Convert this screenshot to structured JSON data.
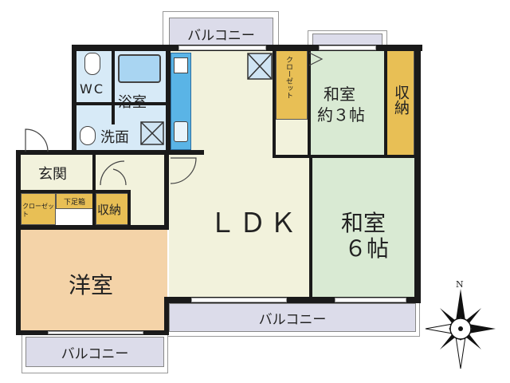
{
  "colors": {
    "ldk": "#f2f2dc",
    "washitsu": "#d9ead3",
    "yoshitsu": "#f4d3a8",
    "storage": "#e8bf55",
    "wet": "#d7eaf7",
    "entry": "#f2f2dc",
    "balcony": "#dcdcea",
    "wall": "#1a1a1a",
    "kitchen": "#5ab4e6"
  },
  "rooms": {
    "wc": "WC",
    "bath": "浴室",
    "washroom": "洗面",
    "entrance": "玄関",
    "closet_entrance": "クローゼット",
    "shoe_box": "下足箱",
    "storage_entrance": "収納",
    "ldk": "ＬＤＫ",
    "washitsu_small_line1": "和室",
    "washitsu_small_line2": "約３帖",
    "closet_washitsu": "クローゼット",
    "storage_washitsu": "収納",
    "washitsu_large_line1": "和室",
    "washitsu_large_line2": "６帖",
    "yoshitsu": "洋室"
  },
  "balconies": {
    "top_middle": "バルコニー",
    "top_right": "",
    "bottom_middle": "バルコニー",
    "bottom_left": "バルコニー"
  },
  "compass": {
    "north_label": "N"
  }
}
